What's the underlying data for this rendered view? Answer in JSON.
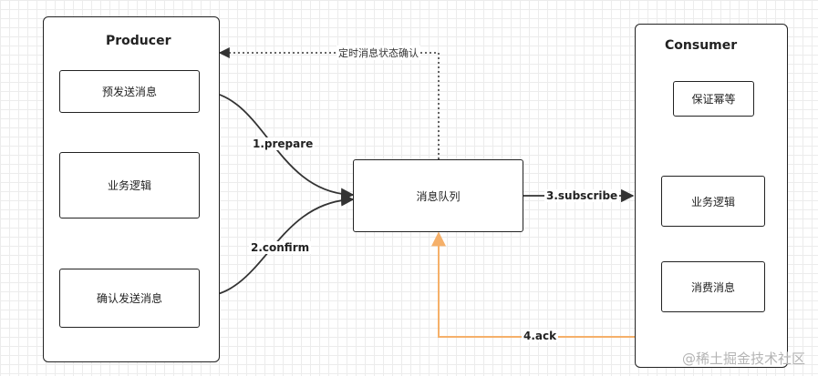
{
  "producer": {
    "title": "Producer",
    "boxes": {
      "pre_send": "预发送消息",
      "business_logic": "业务逻辑",
      "confirm_send": "确认发送消息"
    }
  },
  "queue": {
    "label": "消息队列"
  },
  "consumer": {
    "title": "Consumer",
    "boxes": {
      "idempotent": "保证幂等",
      "business_logic": "业务逻辑",
      "consume": "消费消息"
    }
  },
  "edges": {
    "prepare": "1.prepare",
    "confirm": "2.confirm",
    "subscribe": "3.subscribe",
    "ack": "4.ack",
    "timer_check": "定时消息状态确认"
  },
  "colors": {
    "stroke": "#333333",
    "flow_arrow": "#6a0dad",
    "ack_arrow": "#f5b06a"
  },
  "watermark": "@稀土掘金技术社区"
}
